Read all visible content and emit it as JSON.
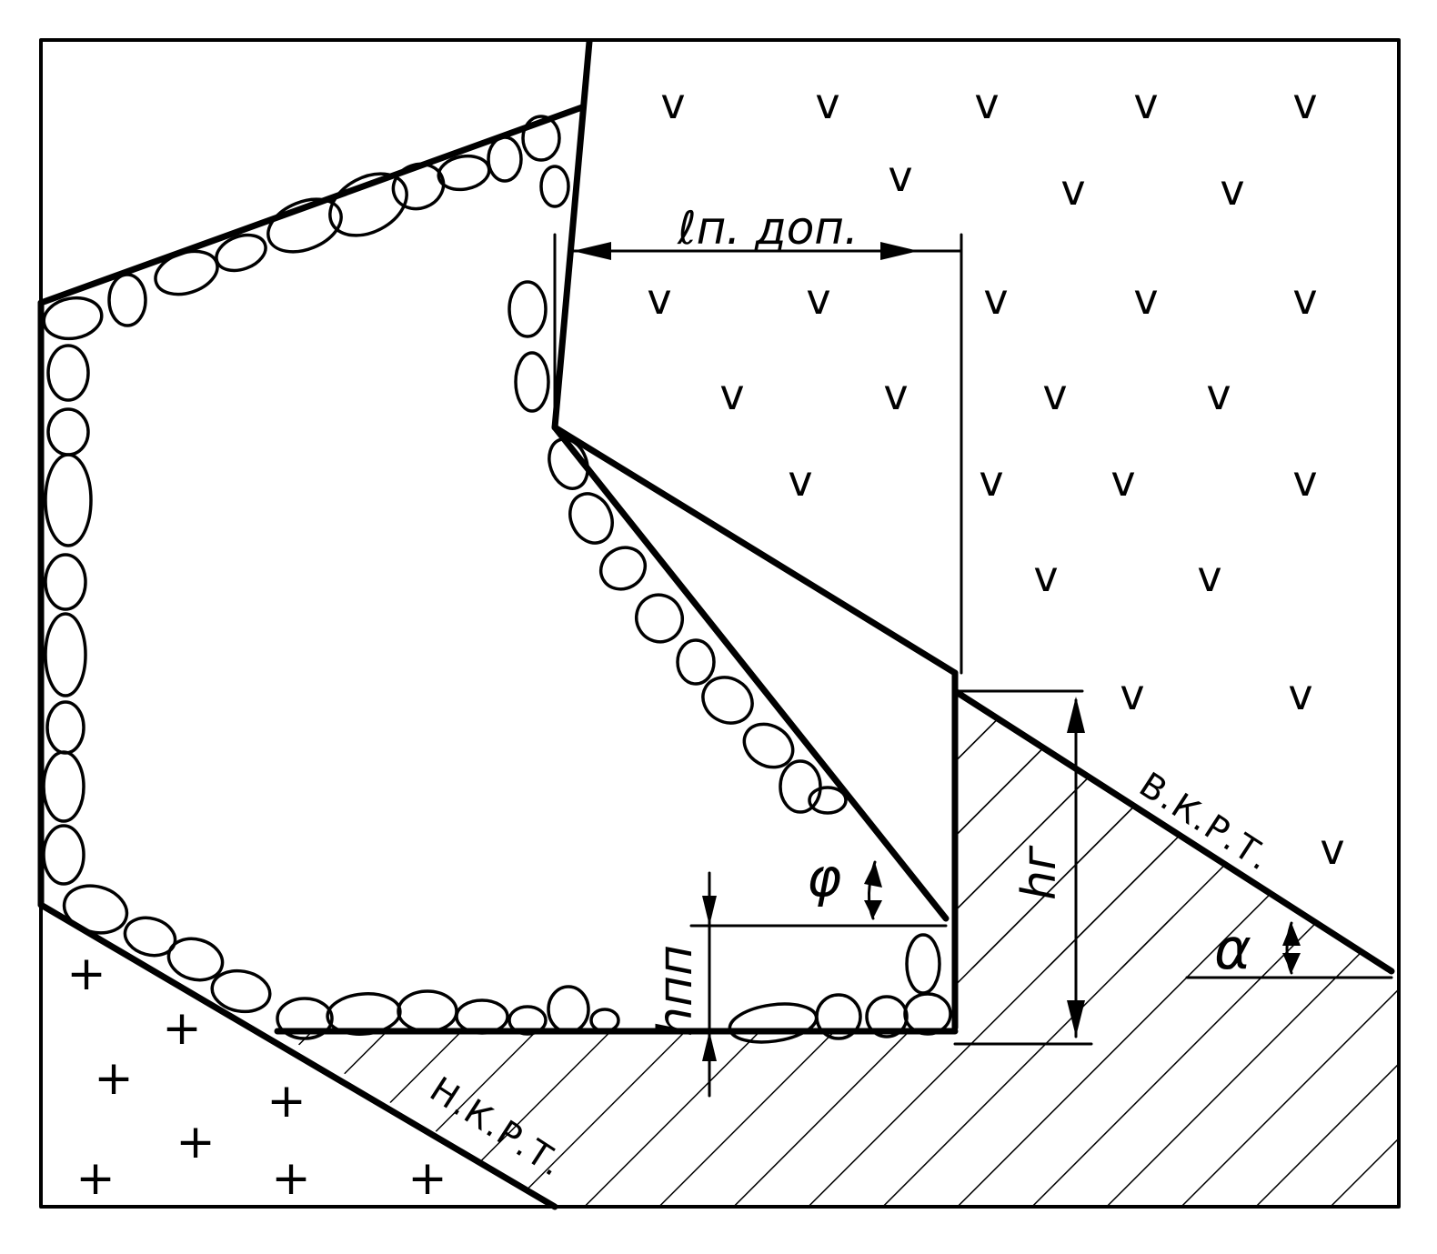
{
  "diagram": {
    "colors": {
      "ink": "#000000",
      "paper": "#ffffff"
    },
    "labels": {
      "l_dop": "ℓп. доп.",
      "h_g": "hг",
      "h_pp": "hпп",
      "phi": "φ",
      "alpha": "α",
      "upper_contact": "В.К.Р.Т.",
      "lower_contact": "Н.К.Р.Т."
    },
    "symbols": {
      "hanging_wall_rock": "v",
      "footwall_rock": "+"
    }
  }
}
